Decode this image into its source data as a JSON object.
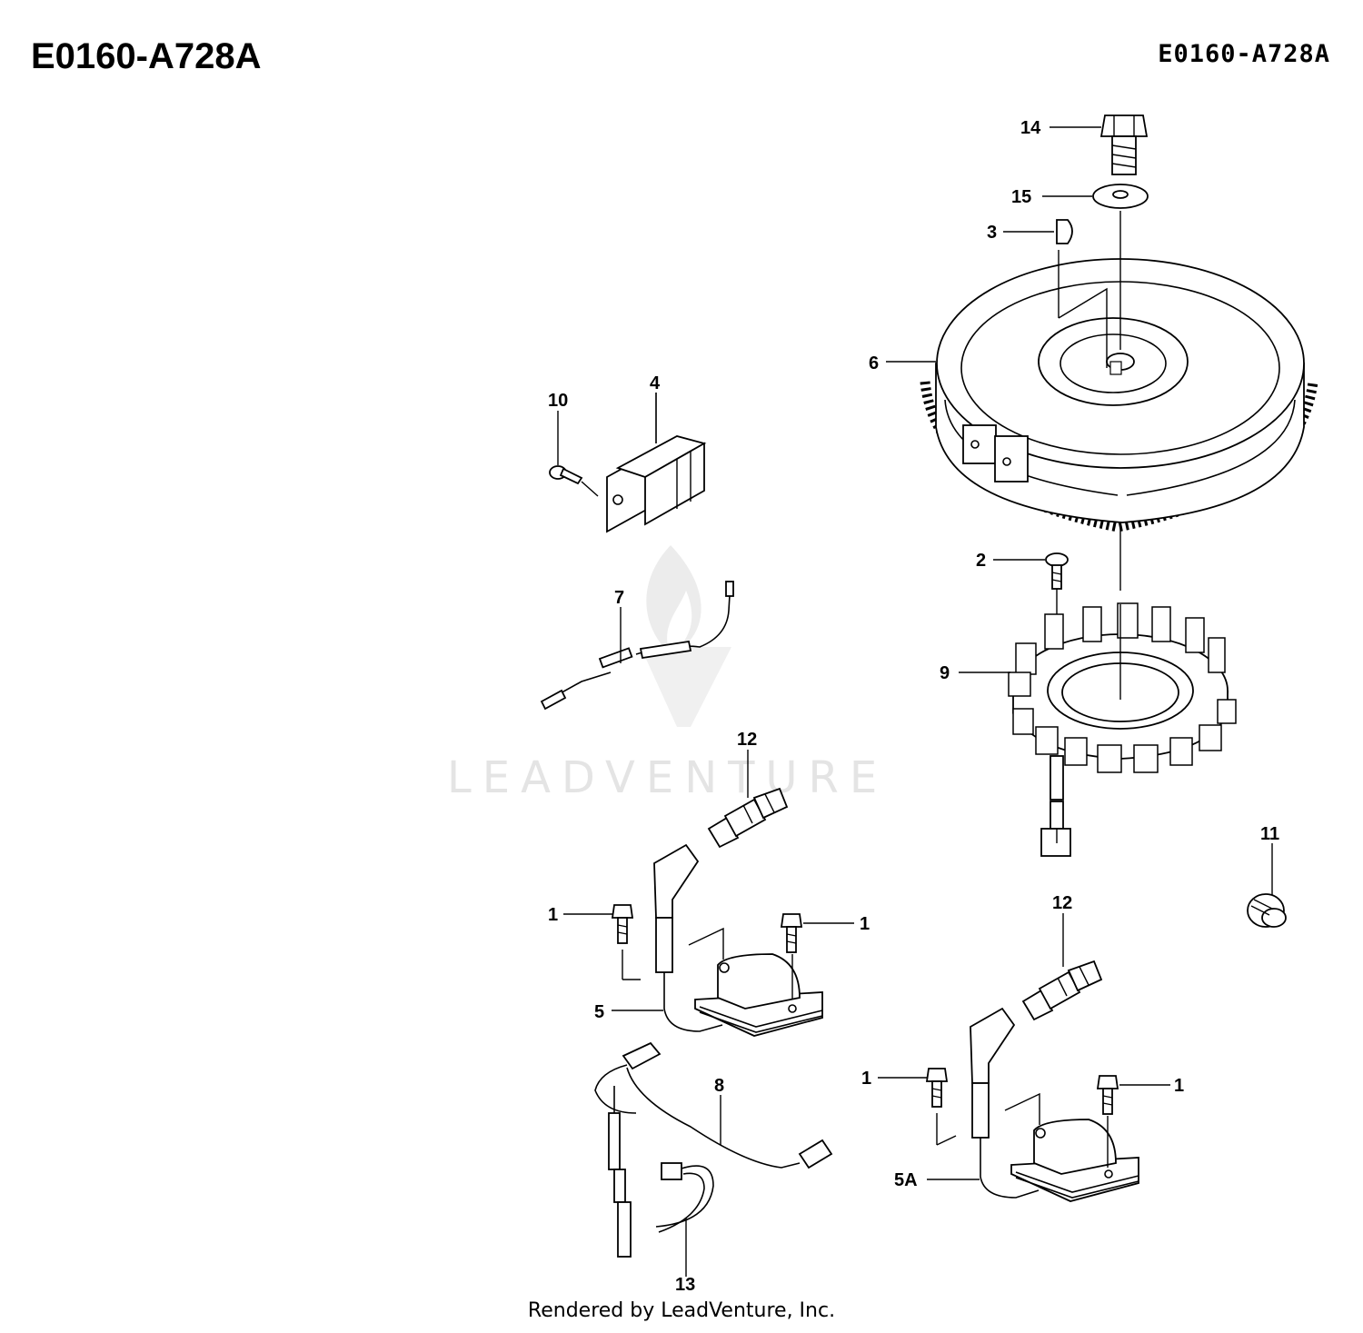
{
  "header": {
    "title_left": "E0160-A728A",
    "title_right": "E0160-A728A"
  },
  "watermark": {
    "brand": "LEADVENTURE"
  },
  "footer": {
    "text": "Rendered by LeadVenture, Inc."
  },
  "callouts": {
    "c14": "14",
    "c15": "15",
    "c3": "3",
    "c6": "6",
    "c10": "10",
    "c4": "4",
    "c2": "2",
    "c7": "7",
    "c9": "9",
    "c12a": "12",
    "c11": "11",
    "c1a": "1",
    "c1b": "1",
    "c12b": "12",
    "c5": "5",
    "c8": "8",
    "c1c": "1",
    "c1d": "1",
    "c5a": "5A",
    "c13": "13"
  }
}
